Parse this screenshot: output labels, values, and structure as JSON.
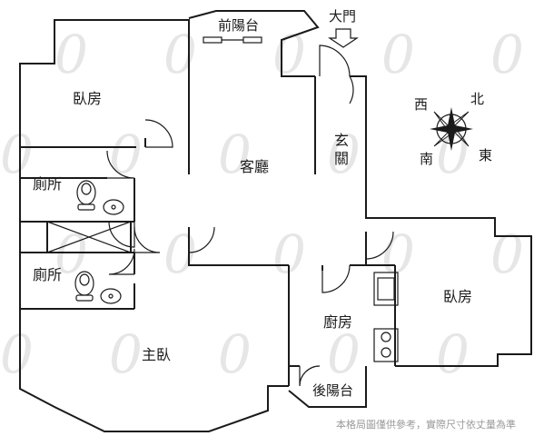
{
  "rooms": {
    "bedroom_nw": "臥房",
    "toilet_upper": "廁所",
    "toilet_lower": "廁所",
    "master_bedroom": "主臥",
    "living_room": "客廳",
    "foyer_line1": "玄",
    "foyer_line2": "關",
    "kitchen": "廚房",
    "bedroom_east": "臥房",
    "front_balcony": "前陽台",
    "back_balcony": "後陽台",
    "main_entrance": "大門"
  },
  "compass": {
    "west": "西",
    "north": "北",
    "south": "南",
    "east": "東"
  },
  "note": "本格局圖僅供參考，實際尺寸依丈量為準",
  "colors": {
    "wall": "#1a1a1a",
    "background": "#ffffff",
    "watermark": "#e6e6e6",
    "note": "#9a9a9a"
  }
}
